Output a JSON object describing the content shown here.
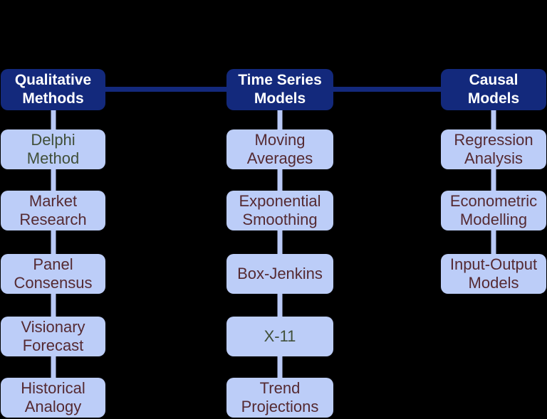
{
  "diagram": {
    "type": "flowchart",
    "description": "Forecasting methods taxonomy",
    "colors": {
      "background": "#000000",
      "header_fill": "#13297c",
      "header_text": "#ffffff",
      "node_fill": "#bccdf8",
      "vertical_connector": "#b9c9f6",
      "header_connector": "#13297c",
      "text_maroon": "#552a32",
      "text_green": "#41503a"
    },
    "columns": [
      {
        "header": "Qualitative Methods",
        "children": [
          {
            "label": "Delphi Method",
            "color": "green"
          },
          {
            "label": "Market Research",
            "color": "maroon"
          },
          {
            "label": "Panel Consensus",
            "color": "maroon"
          },
          {
            "label": "Visionary Forecast",
            "color": "maroon"
          },
          {
            "label": "Historical Analogy",
            "color": "maroon"
          }
        ]
      },
      {
        "header": "Time Series Models",
        "children": [
          {
            "label": "Moving Averages",
            "color": "maroon"
          },
          {
            "label": "Exponential Smoothing",
            "color": "maroon"
          },
          {
            "label": "Box-Jenkins",
            "color": "maroon"
          },
          {
            "label": "X-11",
            "color": "green"
          },
          {
            "label": "Trend Projections",
            "color": "maroon"
          }
        ]
      },
      {
        "header": "Causal Models",
        "children": [
          {
            "label": "Regression Analysis",
            "color": "maroon"
          },
          {
            "label": "Econometric Modelling",
            "color": "maroon"
          },
          {
            "label": "Input-Output Models",
            "color": "maroon"
          }
        ]
      }
    ]
  }
}
